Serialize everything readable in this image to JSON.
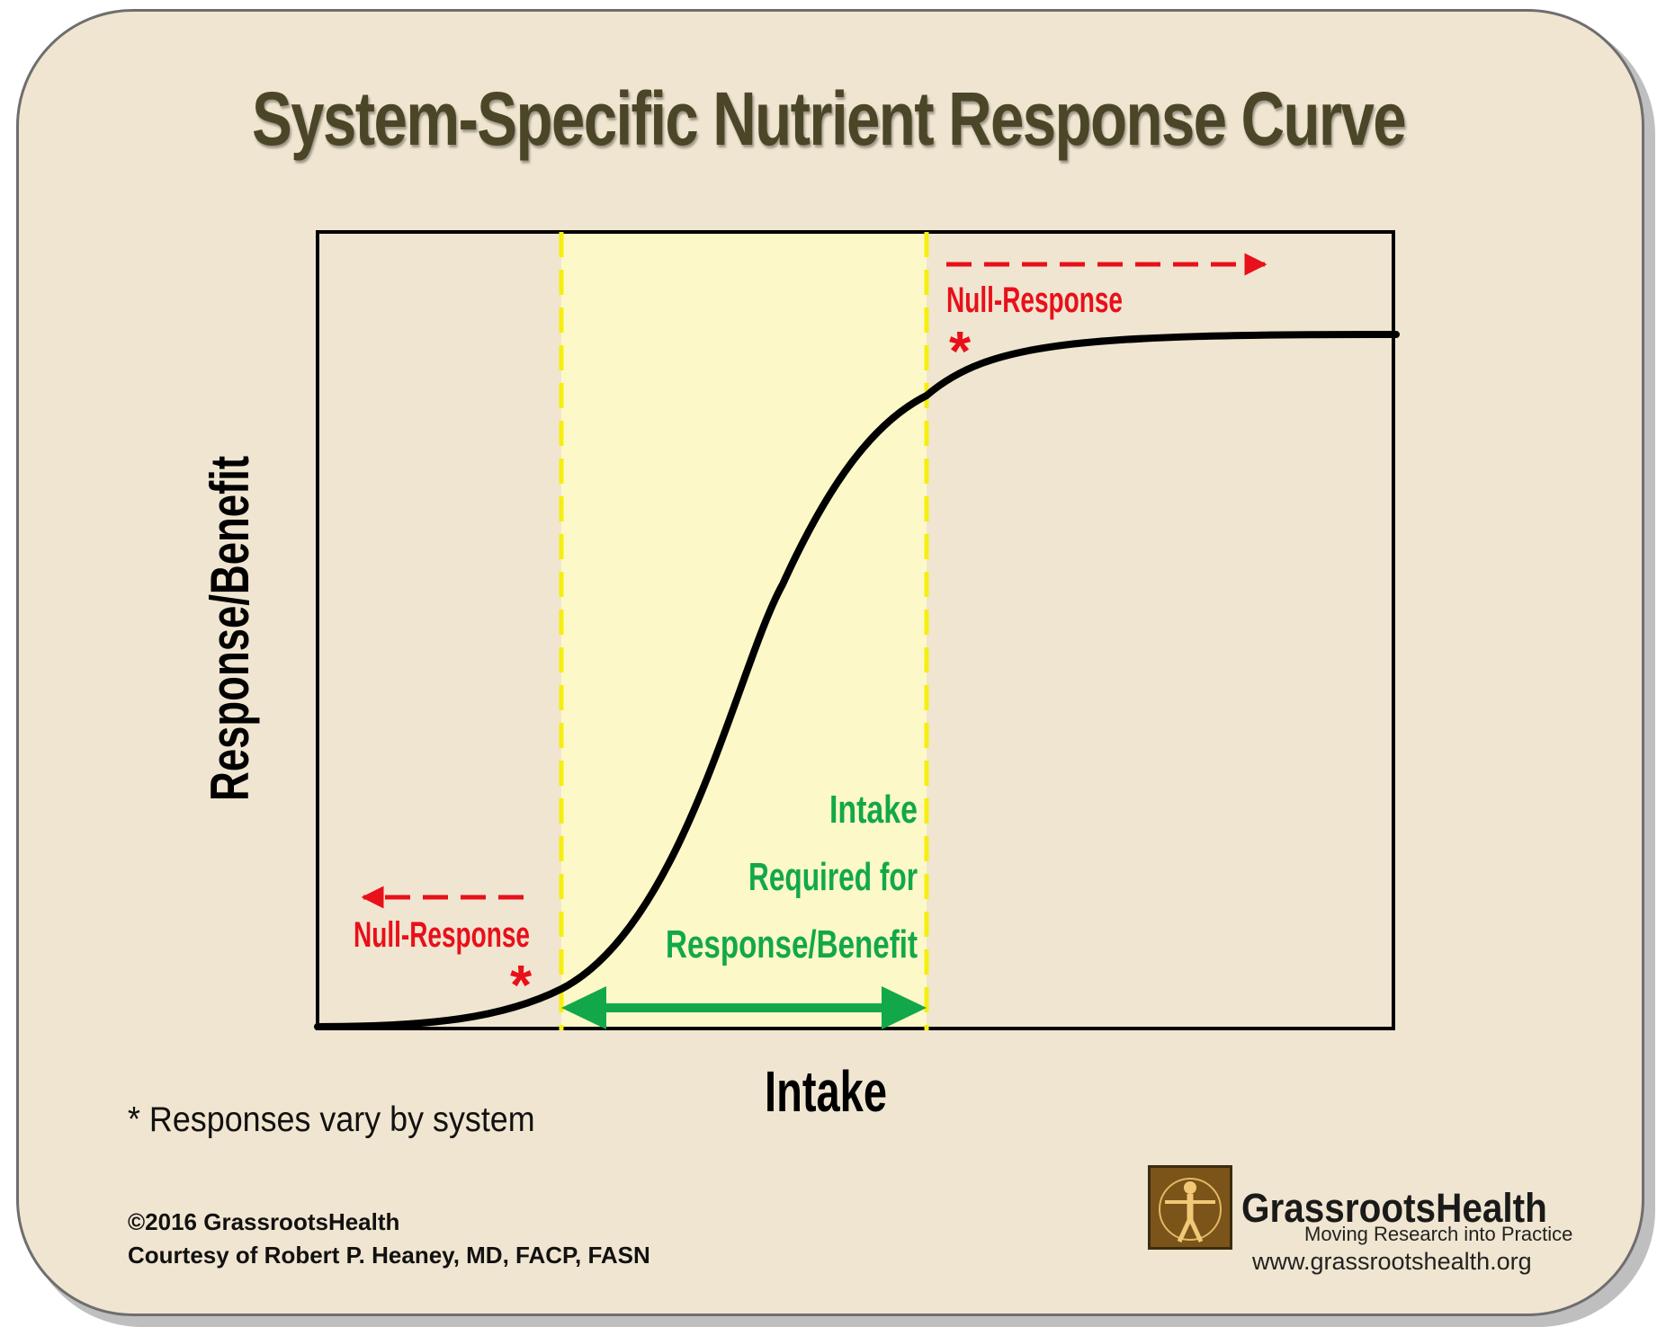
{
  "title": "System-Specific Nutrient Response Curve",
  "axes": {
    "xlabel": "Intake",
    "ylabel": "Response/Benefit"
  },
  "annotations": {
    "null_response_left": "Null-Response",
    "null_response_right": "Null-Response",
    "asterisk": "*",
    "intake_required_lines": [
      "Intake",
      "Required for",
      "Response/Benefit"
    ]
  },
  "footnote": "* Responses vary by system",
  "credits": {
    "copyright": "©2016 GrassrootsHealth",
    "courtesy": "Courtesy of Robert P. Heaney, MD, FACP, FASN"
  },
  "logo": {
    "name": "GrassrootsHealth",
    "tagline": "Moving Research into Practice",
    "url": "www.grassrootshealth.org"
  },
  "colors": {
    "background": "#f0e5d0",
    "title": "#4b4628",
    "highlight_band": "#fdf8c8",
    "boundary_lines": "#f5ee10",
    "curve": "#000000",
    "null_response": "#e8101a",
    "intake_required": "#12a84a"
  }
}
